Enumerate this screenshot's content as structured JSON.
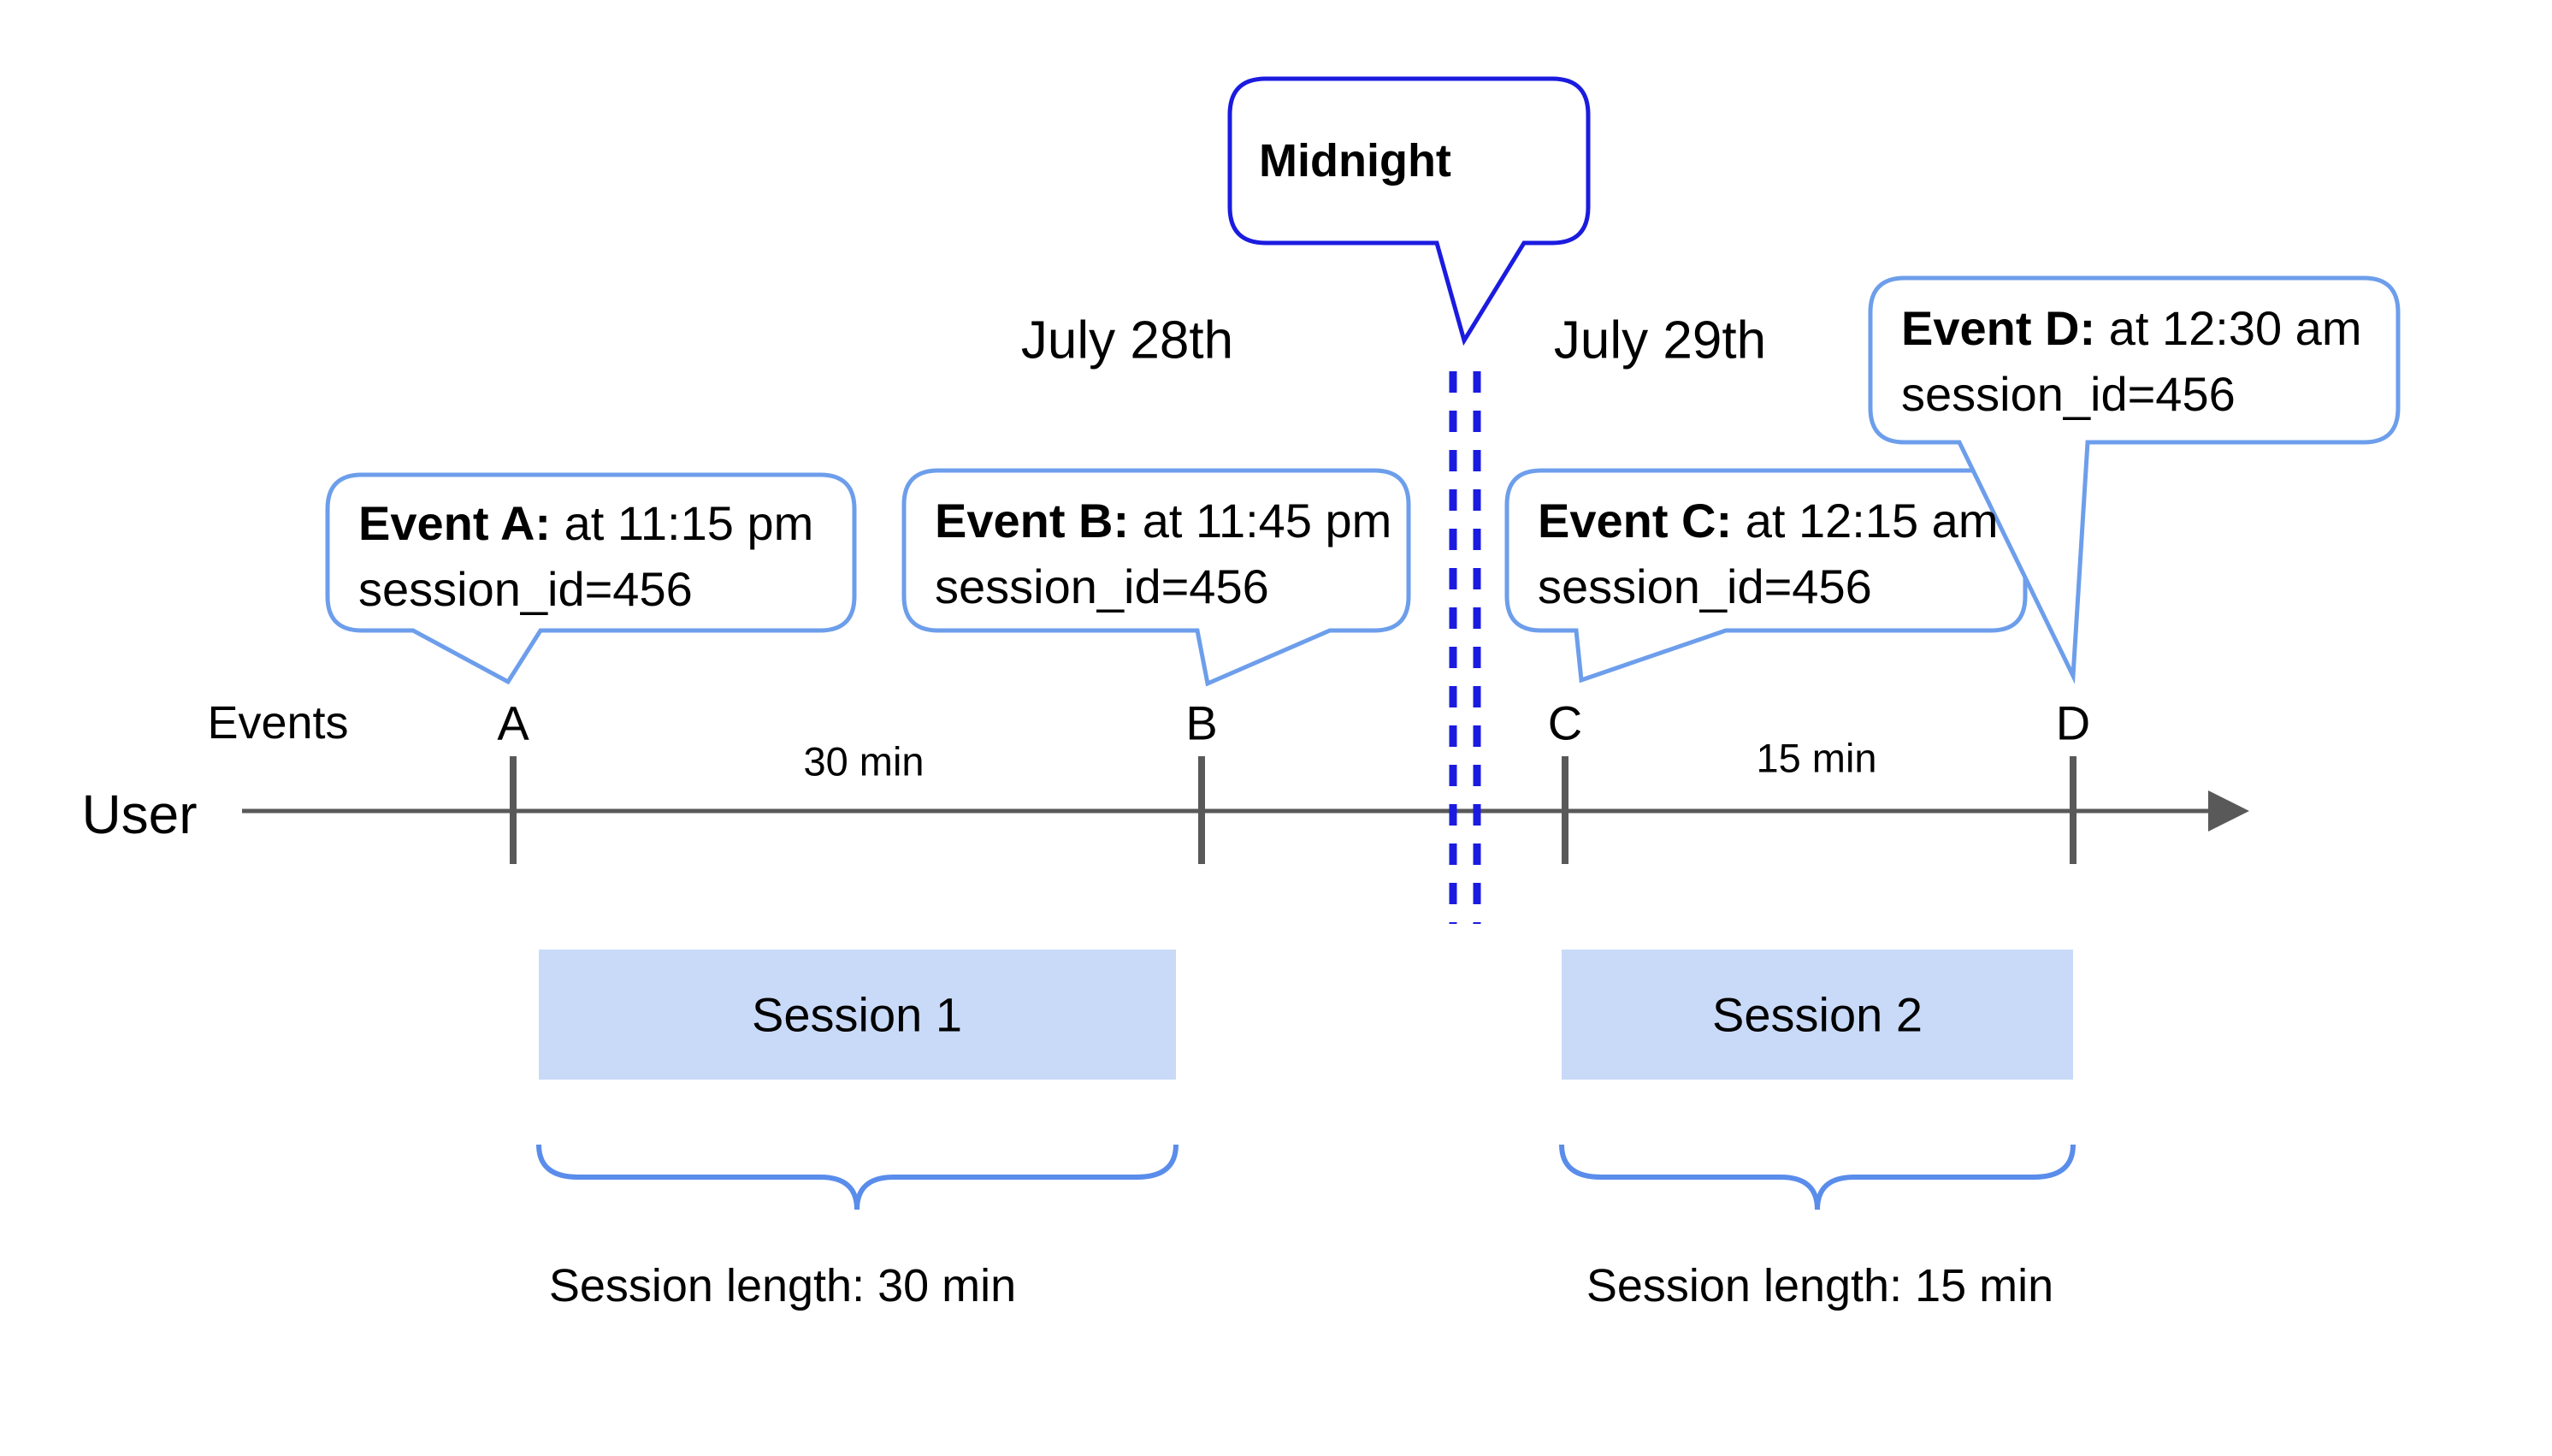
{
  "colors": {
    "dark-blue": "#1b1be0",
    "bubble-blue": "#6d9eeb",
    "brace-blue": "#5a8deb",
    "session-fill": "#c9daf8",
    "timeline-gray": "#595959",
    "text-black": "#000000"
  },
  "axis": {
    "user_label": "User",
    "events_label": "Events"
  },
  "dates": {
    "before": "July 28th",
    "after": "July 29th"
  },
  "midnight_label": "Midnight",
  "events": [
    {
      "letter": "A",
      "title": "Event A:",
      "time": " at 11:15 pm",
      "session": "session_id=456"
    },
    {
      "letter": "B",
      "title": "Event B:",
      "time": " at 11:45 pm",
      "session": "session_id=456"
    },
    {
      "letter": "C",
      "title": "Event C:",
      "time": " at 12:15 am",
      "session": "session_id=456"
    },
    {
      "letter": "D",
      "title": "Event D:",
      "time": " at 12:30 am",
      "session": "session_id=456"
    }
  ],
  "gaps": [
    {
      "label": "30 min"
    },
    {
      "label": "15 min"
    }
  ],
  "sessions": [
    {
      "label": "Session 1",
      "length": "Session length: 30 min"
    },
    {
      "label": "Session 2",
      "length": "Session length: 15 min"
    }
  ]
}
